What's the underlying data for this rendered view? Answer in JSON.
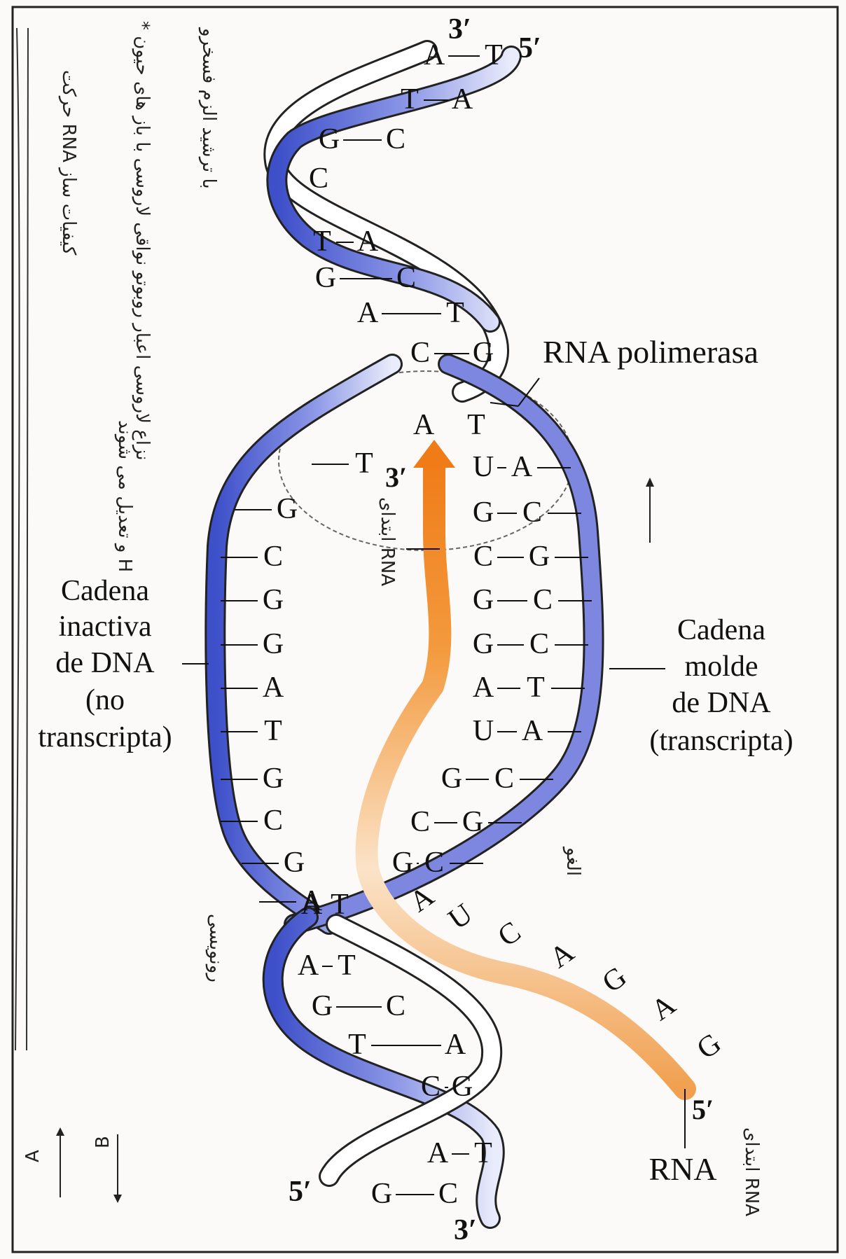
{
  "top_left_prime": "3′",
  "top_right_prime": "5′",
  "bottom_left_prime": "5′",
  "bottom_right_prime": "3′",
  "rna_end_prime": "5′",
  "rna_3_prime": "3′",
  "polymerase_label": "RNA polimerasa",
  "inactive_strand_label": [
    "Cadena",
    "inactiva",
    "de DNA",
    "(no",
    "transcripta)"
  ],
  "template_strand_label": [
    "Cadena",
    "molde",
    "de DNA",
    "(transcripta)"
  ],
  "rna_label": "RNA",
  "top_pairs": [
    [
      "A",
      "T"
    ],
    [
      "T",
      "A"
    ],
    [
      "G",
      "C"
    ],
    [
      "C",
      ""
    ],
    [
      "T",
      "A"
    ],
    [
      "G",
      "C"
    ],
    [
      "A",
      "T"
    ],
    [
      "C",
      "G"
    ]
  ],
  "bubble_left": [
    "T",
    "G",
    "C",
    "G",
    "G",
    "A",
    "T",
    "G",
    "C",
    "G",
    "A",
    "T"
  ],
  "bubble_right_rna": [
    "A",
    "U",
    "G",
    "C",
    "G",
    "G",
    "A",
    "U",
    "G",
    "C",
    "G"
  ],
  "bubble_right_template": [
    "T",
    "A",
    "C",
    "G",
    "C",
    "C",
    "T",
    "A",
    "C",
    "G",
    "C"
  ],
  "rna_tail": [
    "A",
    "U",
    "C",
    "A",
    "G",
    "A",
    "G"
  ],
  "bottom_pairs": [
    [
      "A",
      "T"
    ],
    [
      "G",
      "C"
    ],
    [
      "T",
      "A"
    ],
    [
      "C",
      "G"
    ],
    [
      "A",
      "T"
    ],
    [
      "G",
      "C"
    ]
  ],
  "handwritten_notes": {
    "col1": "* نزاع لاروسی اعبار روبوتو نواقی لاروسی با باز های حیون",
    "col2": "با ترشید الزم فسخرو",
    "col3": "حرکت RNA کیفیات ساز",
    "col4": "و تعدیل می شوند H",
    "rna_note_left": "ابتدای RNA",
    "rna_note_bottom": "ابتدای RNA",
    "arrow_note_left": "رونویسی",
    "arrow_note_right": "الغو",
    "legend_a": "A",
    "legend_b": "B"
  }
}
